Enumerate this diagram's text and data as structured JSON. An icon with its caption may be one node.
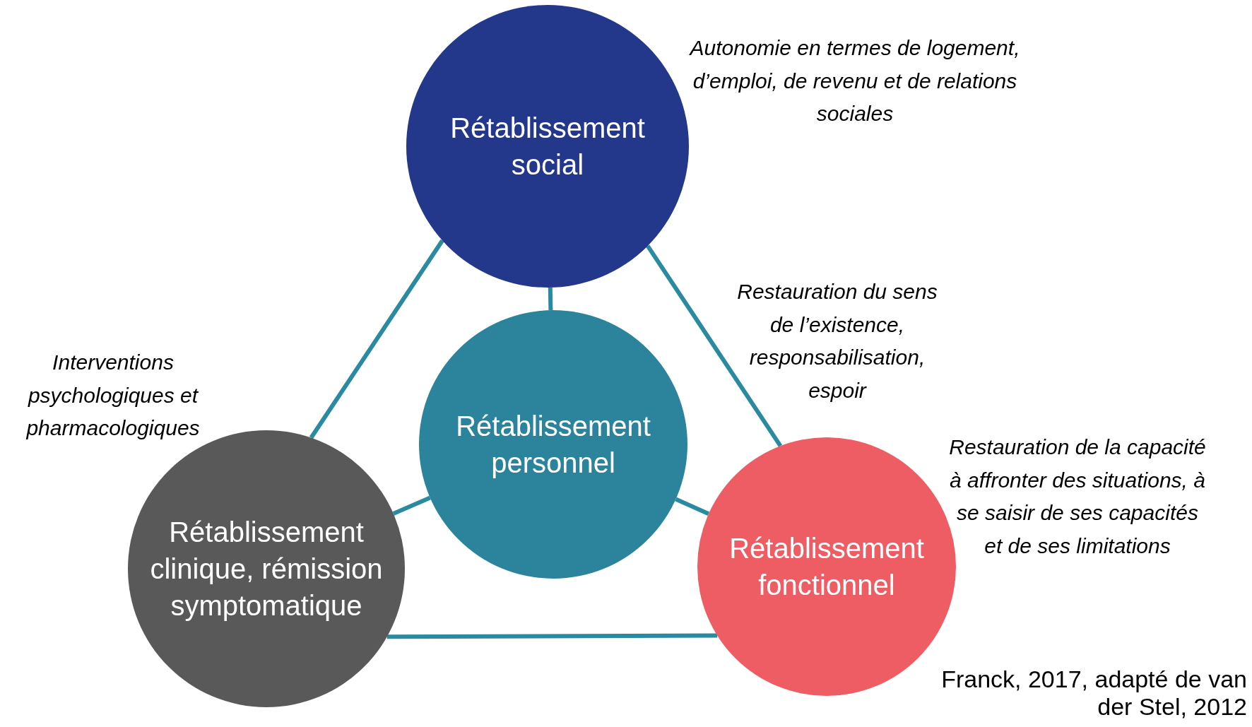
{
  "diagram": {
    "nodes": [
      {
        "text": [
          "Rétablissement social"
        ],
        "beside": [
          "Autonomie en termes de logement, d’emploi, de revenu et de relations sociales"
        ]
      },
      {
        "text": [
          "Rétablissement personnel"
        ],
        "beside": [
          "Restauration du sens de l’existence, responsabilisation, espoir"
        ]
      },
      {
        "text": [
          "Rétablissement clinique, rémission symptomatique"
        ],
        "beside": [
          "Interventions psychologiques et pharmacologiques"
        ]
      },
      {
        "text": [
          "Rétablissement fonctionnel"
        ],
        "beside": [
          "Restauration de la capacité à affronter des situations, à se saisir de ses capacités et de ses limitations"
        ]
      }
    ],
    "edges": [
      {
        "from": 0,
        "to": 2,
        "arrow": "none"
      },
      {
        "from": 0,
        "to": 3,
        "arrow": "none"
      },
      {
        "from": 0,
        "to": 1,
        "arrow": "none"
      },
      {
        "from": 1,
        "to": 2,
        "arrow": "none"
      },
      {
        "from": 1,
        "to": 3,
        "arrow": "none"
      },
      {
        "from": 2,
        "to": 3,
        "arrow": "none"
      }
    ],
    "labels": [
      "Franck, 2017, adapté de van der Stel, 2012"
    ]
  }
}
